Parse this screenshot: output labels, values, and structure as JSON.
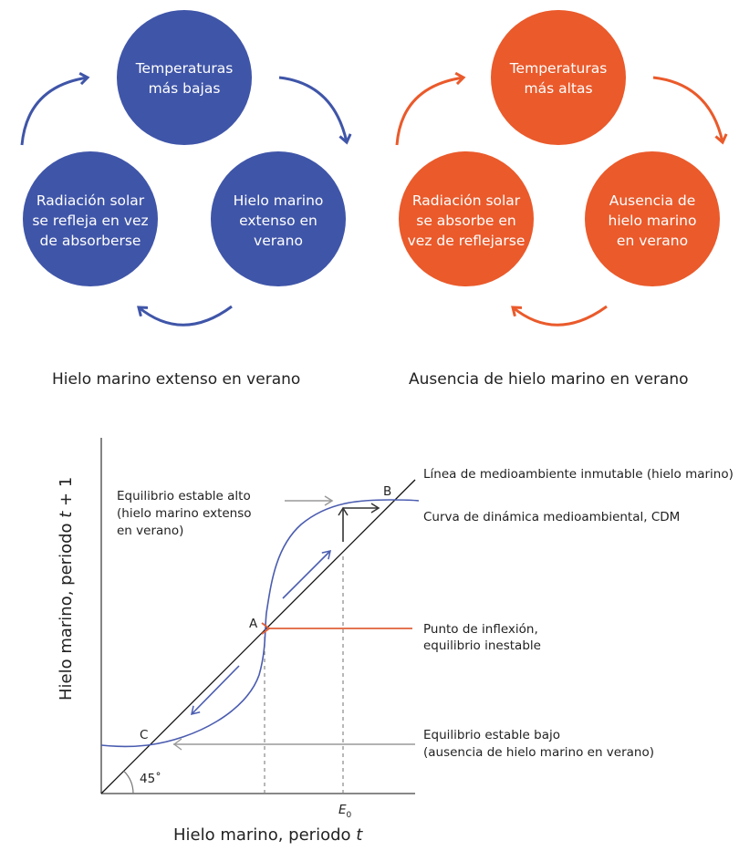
{
  "colors": {
    "blue": "#3f55a8",
    "orange": "#ea5a2b",
    "curve_blue": "#4a5cb0",
    "axis_gray": "#777777",
    "arrow_gray": "#999999",
    "red_arrow": "#e0603a",
    "text": "#222222"
  },
  "cycles": [
    {
      "name": "cold-cycle",
      "caption": "Hielo marino extenso en verano",
      "nodes": [
        {
          "lines": [
            "Temperaturas",
            "más bajas"
          ]
        },
        {
          "lines": [
            "Hielo marino",
            "extenso en",
            "verano"
          ]
        },
        {
          "lines": [
            "Radiación solar",
            "se refleja en vez",
            "de absorberse"
          ]
        }
      ]
    },
    {
      "name": "warm-cycle",
      "caption": "Ausencia de hielo marino en verano",
      "nodes": [
        {
          "lines": [
            "Temperaturas",
            "más altas"
          ]
        },
        {
          "lines": [
            "Ausencia de",
            "hielo marino",
            "en verano"
          ]
        },
        {
          "lines": [
            "Radiación solar",
            "se absorbe en",
            "vez de reflejarse"
          ]
        }
      ]
    }
  ],
  "chart": {
    "y_axis_title_main": "Hielo marino, periodo ",
    "y_axis_title_var": "t",
    "y_axis_title_tail": " + 1",
    "x_axis_title_main": "Hielo marino, periodo ",
    "x_axis_title_var": "t",
    "angle_label": "45˚",
    "e0_label": "E",
    "e0_sub": "0",
    "points": {
      "A": "A",
      "B": "B",
      "C": "C"
    },
    "labels": {
      "line_45": "Línea de medioambiente inmutable (hielo marino)",
      "cdm": "Curva de dinámica medioambiental, CDM",
      "high_eq_1": "Equilibrio estable alto",
      "high_eq_2": "(hielo marino extenso",
      "high_eq_3": "en verano)",
      "tipping_1": "Punto de inflexión,",
      "tipping_2": "equilibrio inestable",
      "low_eq_1": "Equilibrio estable bajo",
      "low_eq_2": "(ausencia de hielo marino en verano)"
    }
  },
  "chart_data": {
    "type": "line",
    "title": "",
    "xlabel": "Hielo marino, periodo t",
    "ylabel": "Hielo marino, periodo t + 1",
    "series": [
      {
        "name": "Línea de medioambiente inmutable (hielo marino)",
        "kind": "45-degree line",
        "x": [
          0,
          1
        ],
        "y": [
          0,
          1
        ]
      },
      {
        "name": "Curva de dinámica medioambiental, CDM",
        "kind": "S-curve",
        "x": [
          0,
          0.15,
          0.52,
          0.91,
          1.0
        ],
        "y": [
          0.15,
          0.15,
          0.52,
          0.91,
          0.91
        ]
      }
    ],
    "annotations": [
      {
        "point": "A",
        "label": "Punto de inflexión, equilibrio inestable",
        "x": 0.52,
        "y": 0.52
      },
      {
        "point": "B",
        "label": "Equilibrio estable alto (hielo marino extenso en verano)",
        "x": 0.91,
        "y": 0.91
      },
      {
        "point": "C",
        "label": "Equilibrio estable bajo (ausencia de hielo marino en verano)",
        "x": 0.15,
        "y": 0.15
      },
      {
        "point": "E0",
        "label": "E0",
        "x": 0.78
      }
    ],
    "angle": "45˚",
    "grid": false
  }
}
